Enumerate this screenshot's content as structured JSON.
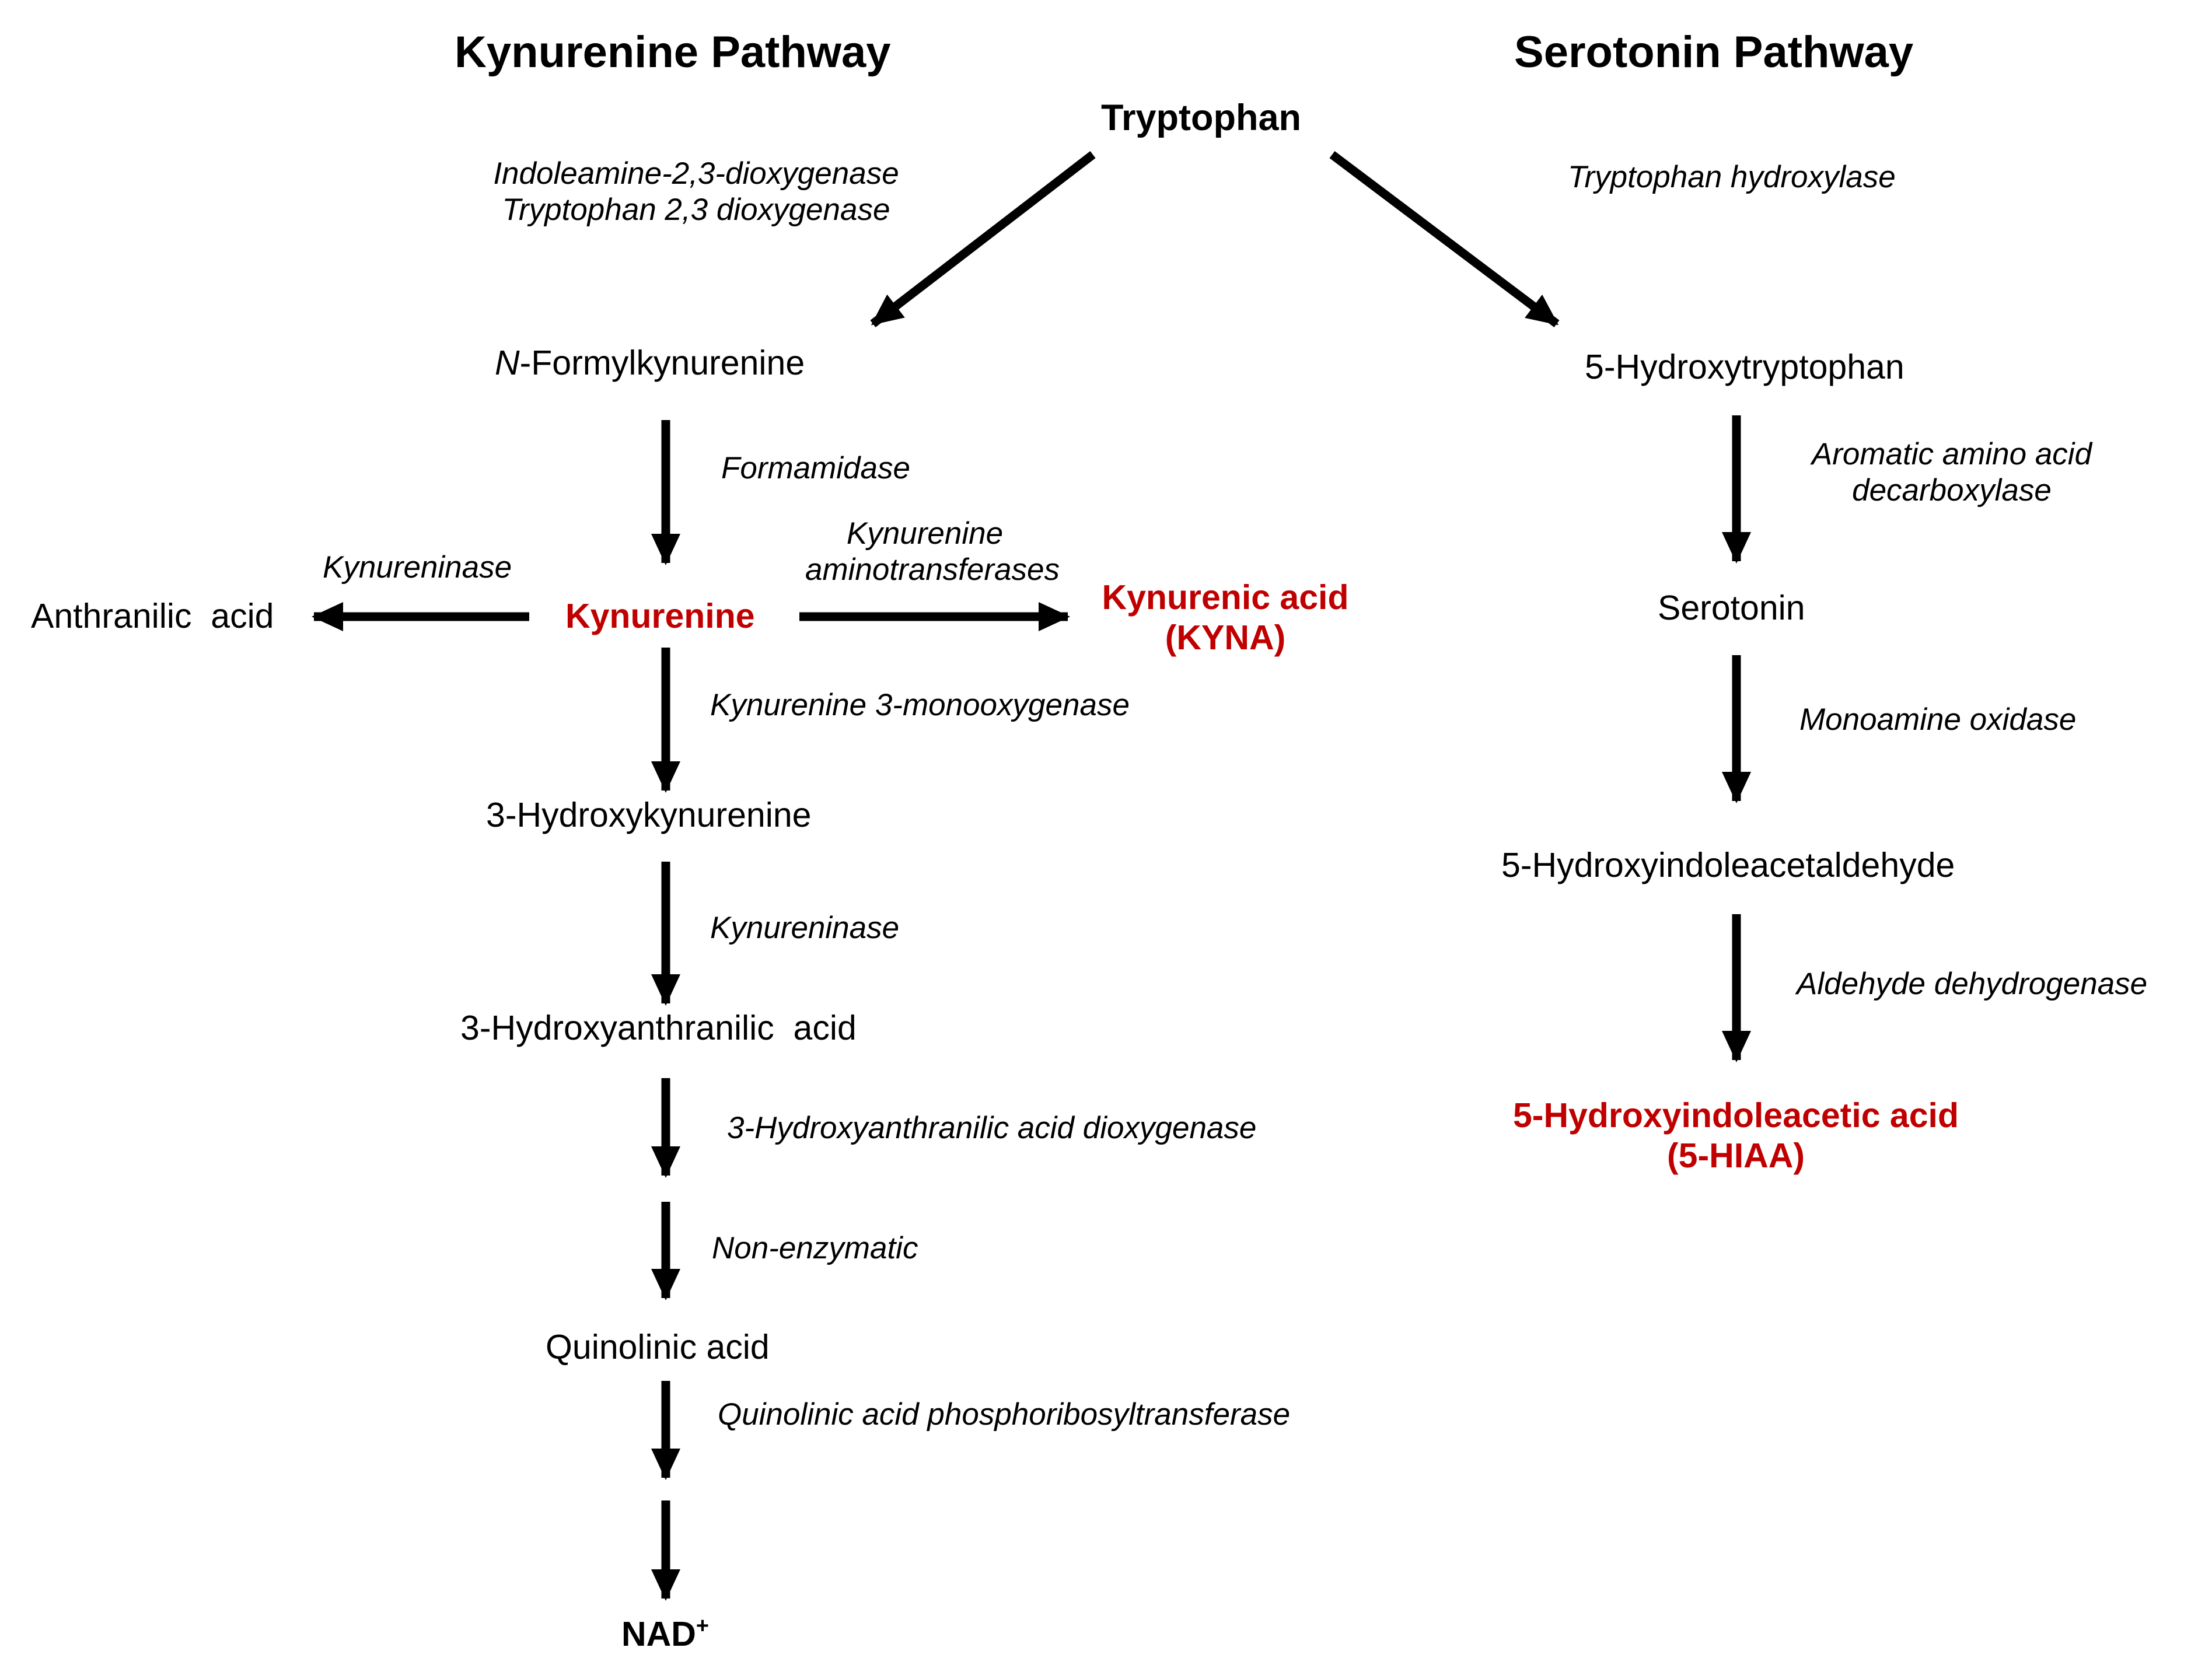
{
  "headers": {
    "kynurenine_pathway": "Kynurenine Pathway",
    "serotonin_pathway": "Serotonin Pathway"
  },
  "root": {
    "tryptophan": "Tryptophan"
  },
  "kynurenine_pathway": {
    "metabolites": {
      "n_formyl_prefix": "N",
      "n_formyl_rest": "-Formylkynurenine",
      "kynurenine": "Kynurenine",
      "anthranilic_acid": "Anthranilic  acid",
      "kynurenic_acid_line1": "Kynurenic acid",
      "kynurenic_acid_line2": "(KYNA)",
      "hydroxykynurenine": "3-Hydroxykynurenine",
      "hydroxyanthranilic_acid": "3-Hydroxyanthranilic  acid",
      "quinolinic_acid": "Quinolinic acid",
      "nad_base": "NAD",
      "nad_sup": "+"
    },
    "enzymes": {
      "ido_line1": "Indoleamine-2,3-dioxygenase",
      "ido_line2": "Tryptophan 2,3 dioxygenase",
      "formamidase": "Formamidase",
      "kynureninase_left": "Kynureninase",
      "kat_line1": "Kynurenine",
      "kat_line2": "aminotransferases",
      "kmo": "Kynurenine 3-monooxygenase",
      "kynureninase_down": "Kynureninase",
      "haao": "3-Hydroxyanthranilic acid dioxygenase",
      "non_enzymatic": "Non-enzymatic",
      "qprt": "Quinolinic acid phosphoribosyltransferase"
    }
  },
  "serotonin_pathway": {
    "metabolites": {
      "hydroxytryptophan": "5-Hydroxytryptophan",
      "serotonin": "Serotonin",
      "hydroxyindoleacetaldehyde": "5-Hydroxyindoleacetaldehyde",
      "hiaa_line1": "5-Hydroxyindoleacetic acid",
      "hiaa_line2": "(5-HIAA)"
    },
    "enzymes": {
      "tph": "Tryptophan hydroxylase",
      "aadc_line1": "Aromatic amino acid",
      "aadc_line2": "decarboxylase",
      "mao": "Monoamine oxidase",
      "aldh": "Aldehyde dehydrogenase"
    }
  },
  "colors": {
    "highlight": "#c00000",
    "text": "#000000",
    "arrow": "#000000"
  }
}
